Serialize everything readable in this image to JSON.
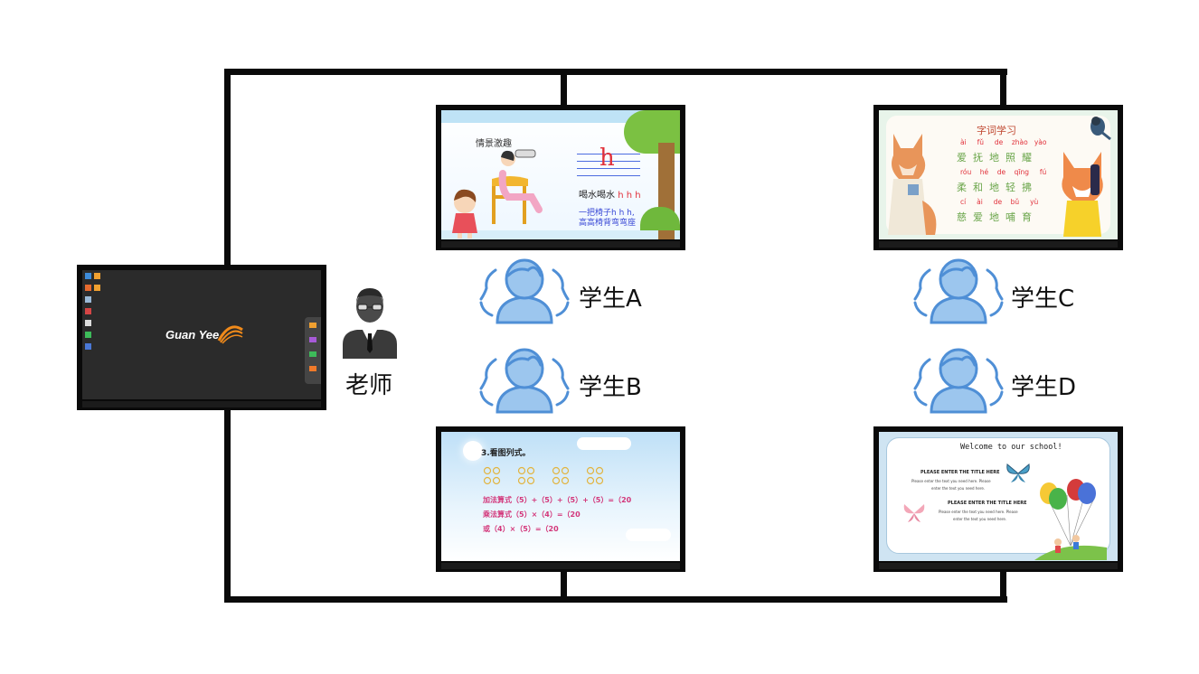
{
  "colors": {
    "wire": "#0a0a0a",
    "student_icon": "#4f8fd6",
    "student_icon_fill": "#9cc6ee",
    "pinyin_red": "#e1303a",
    "pinyin_blue": "#3a49d6",
    "math_pink": "#d3367a",
    "green_text": "#6aa54a"
  },
  "teacher": {
    "label": "老师",
    "screen_logo": "Guan Yee",
    "icon": "teacher-icon"
  },
  "students": [
    {
      "id": "a",
      "label": "学生A",
      "icon": "student-group-icon"
    },
    {
      "id": "b",
      "label": "学生B",
      "icon": "student-group-icon"
    },
    {
      "id": "c",
      "label": "学生C",
      "icon": "student-group-icon"
    },
    {
      "id": "d",
      "label": "学生D",
      "icon": "student-group-icon"
    }
  ],
  "screen_a": {
    "heading": "情景激趣",
    "letter": "h",
    "line1_prefix": "喝水喝水",
    "line1_suffix": "h h h",
    "line2": "一把椅子h h h,",
    "line3": "高高椅背弯弯座"
  },
  "screen_b": {
    "heading": "3.看图列式。",
    "line1": "加法算式（5）+（5）+（5）+（5）=（20",
    "line2": "乘法算式（5）×（4）=（20",
    "line3": "或（4）×（5）=（20"
  },
  "screen_c": {
    "title": "字词学习",
    "rows": [
      {
        "pinyin": "ài     fǔ     de    zhào   yào",
        "chars": "爱  抚  地  照  耀"
      },
      {
        "pinyin": "róu    hé    de    qīng     fú",
        "chars": "柔  和  地  轻  拂"
      },
      {
        "pinyin": "cí     ài     de    bǔ     yù",
        "chars": "慈  爱  地  哺  育"
      }
    ]
  },
  "screen_d": {
    "title": "Welcome to our school!",
    "block1_title": "PLEASE ENTER THE TITLE HERE",
    "block1_line1": "Please enter the text you need here. Please",
    "block1_line2": "enter the text you need here.",
    "block2_title": "PLEASE ENTER THE TITLE HERE",
    "block2_line1": "Please enter the text you need here. Please",
    "block2_line2": "enter the text you need here."
  }
}
